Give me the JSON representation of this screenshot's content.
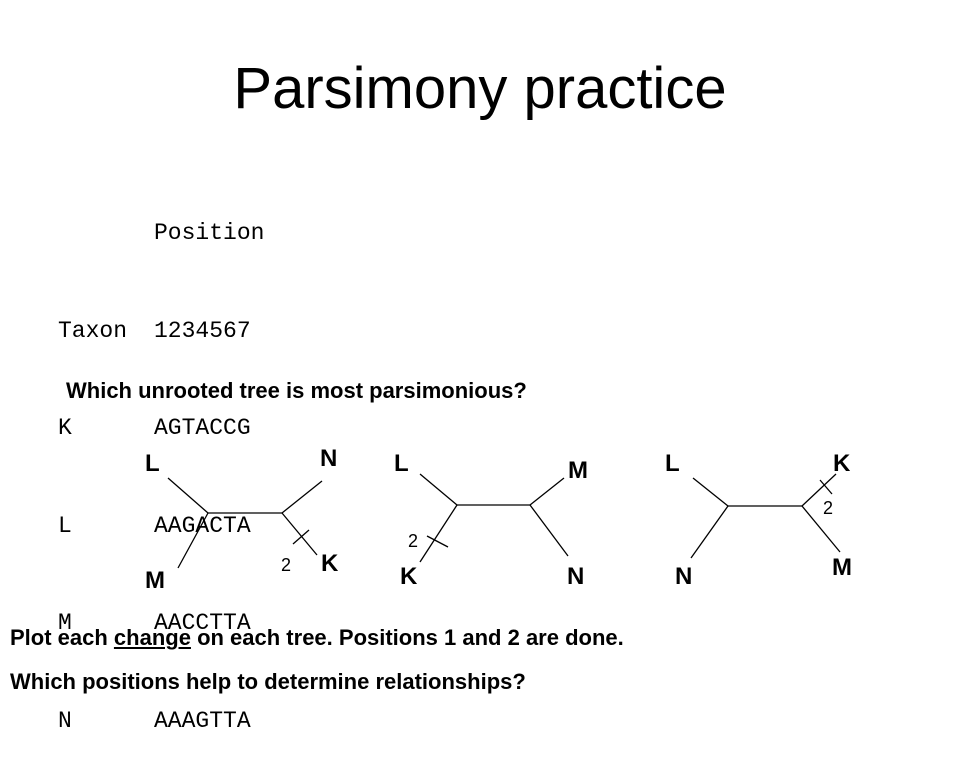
{
  "title": "Parsimony practice",
  "alignment": {
    "position_header": "Position",
    "taxon_header": "Taxon",
    "positions": "1234567",
    "rows": [
      {
        "taxon": "K",
        "sequence": "AGTACCG"
      },
      {
        "taxon": "L",
        "sequence": "AAGACTA"
      },
      {
        "taxon": "M",
        "sequence": "AACCTTA"
      },
      {
        "taxon": "N",
        "sequence": "AAAGTTA"
      }
    ]
  },
  "question": "Which unrooted tree is most parsimonious?",
  "trees": [
    {
      "top_left": "L",
      "top_right": "N",
      "bottom_left": "M",
      "bottom_right": "K",
      "change_mark": "2"
    },
    {
      "top_left": "L",
      "top_right": "M",
      "bottom_left": "K",
      "bottom_right": "N",
      "change_mark": "2"
    },
    {
      "top_left": "L",
      "top_right": "K",
      "bottom_left": "N",
      "bottom_right": "M",
      "change_mark": "2"
    }
  ],
  "instructions": {
    "line1_before": "Plot each ",
    "line1_emphasis": "change",
    "line1_after": " on each tree.  Positions 1 and 2 are done.",
    "line2": "Which positions help to determine relationships?"
  }
}
